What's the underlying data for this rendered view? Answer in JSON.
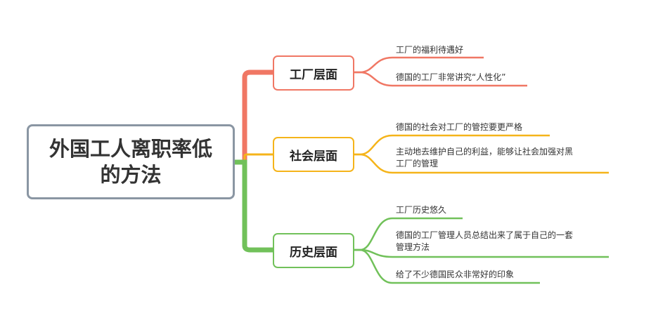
{
  "root": {
    "title": "外国工人离职率低的方法",
    "border_color": "#8a96a3"
  },
  "branches": [
    {
      "label": "工厂层面",
      "color": "#f07764",
      "leaves": [
        {
          "lines": [
            "工厂的福利待遇好"
          ]
        },
        {
          "lines": [
            "德国的工厂非常讲究“人性化”"
          ]
        }
      ]
    },
    {
      "label": "社会层面",
      "color": "#f5b41a",
      "leaves": [
        {
          "lines": [
            "德国的社会对工厂的管控要更严格"
          ]
        },
        {
          "lines": [
            "主动地去维护自己的利益，能够让社会加强对黑",
            "工厂的管理"
          ]
        }
      ]
    },
    {
      "label": "历史层面",
      "color": "#71c15a",
      "leaves": [
        {
          "lines": [
            "工厂历史悠久"
          ]
        },
        {
          "lines": [
            "德国的工厂管理人员总结出来了属于自己的一套",
            "管理方法"
          ]
        },
        {
          "lines": [
            "给了不少德国民众非常好的印象"
          ]
        }
      ]
    }
  ]
}
